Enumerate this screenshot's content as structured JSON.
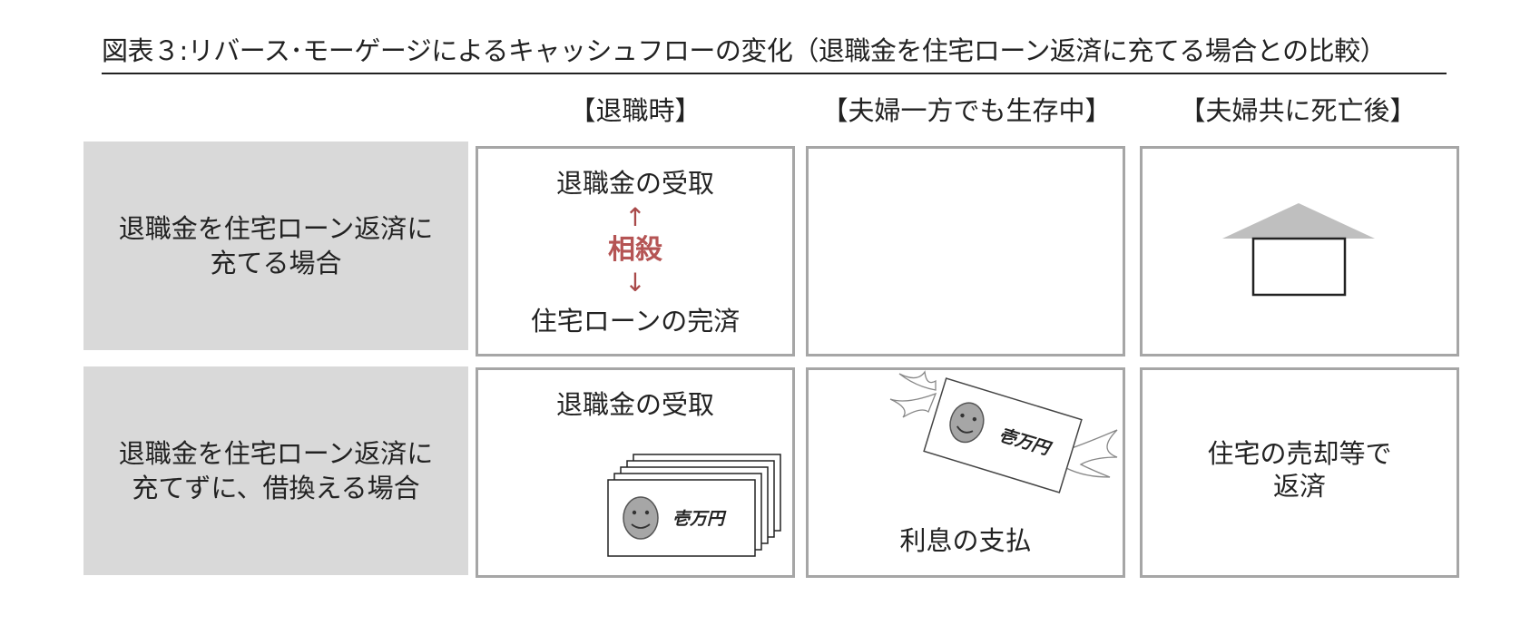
{
  "title": "図表３:リバース･モーゲージによるキャッシュフローの変化（退職金を住宅ローン返済に充てる場合との比較）",
  "columns": [
    "【退職時】",
    "【夫婦一方でも生存中】",
    "【夫婦共に死亡後】"
  ],
  "rows": [
    {
      "label_lines": [
        "退職金を住宅ローン返済に",
        "充てる場合"
      ],
      "retirement": {
        "top": "退職金の受取",
        "arrow_up": "↑",
        "offset": "相殺",
        "arrow_down": "↓",
        "bottom": "住宅ローンの完済"
      },
      "alive": {},
      "after_death": {
        "icon": "house-icon"
      }
    },
    {
      "label_lines": [
        "退職金を住宅ローン返済に",
        "充てずに、借換える場合"
      ],
      "retirement": {
        "top": "退職金の受取",
        "icon": "banknote-stack-icon",
        "note_text": "壱万円"
      },
      "alive": {
        "icon": "flying-banknote-icon",
        "note_text": "壱万円",
        "bottom": "利息の支払"
      },
      "after_death": {
        "text_lines": [
          "住宅の売却等で",
          "返済"
        ]
      }
    }
  ],
  "colors": {
    "label_bg": "#d9d9d9",
    "cell_border": "#a6a6a6",
    "accent": "#b55454",
    "house_roof": "#bfbfbf",
    "face": "#a6a6a6"
  }
}
